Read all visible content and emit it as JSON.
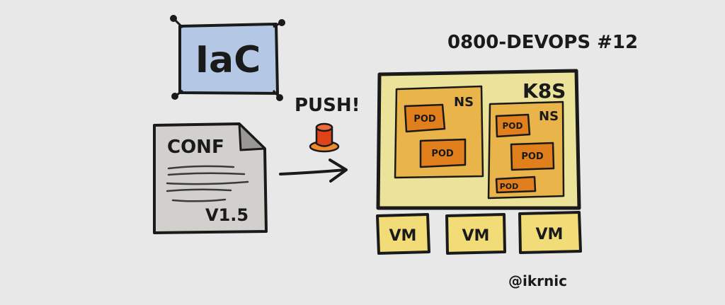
{
  "iac": {
    "label": "IaC"
  },
  "conf_doc": {
    "title": "CONF",
    "version": "V1.5"
  },
  "push": {
    "label": "PUSH!"
  },
  "episode": {
    "label": "0800-DEVOPS #12"
  },
  "cluster": {
    "label": "K8S",
    "namespaces": [
      {
        "label": "NS",
        "pods": [
          "POD",
          "POD"
        ]
      },
      {
        "label": "NS",
        "pods": [
          "POD",
          "POD",
          "POD"
        ]
      }
    ]
  },
  "vms": [
    "VM",
    "VM",
    "VM"
  ],
  "author": {
    "handle": "@ikrnic"
  },
  "colors": {
    "background": "#e8e8e8",
    "iac_fill": "#b4c8e6",
    "document_fill": "#d2d0cc",
    "cluster_fill": "#ece39a",
    "namespace_fill": "#e9b44a",
    "pod_fill": "#e07f1c",
    "vm_fill": "#f1dc78",
    "button_red": "#e0421a",
    "button_base": "#f08a2a",
    "ink": "#1a1a1a"
  },
  "icons": [
    "corner-pin-icon",
    "push-button-icon",
    "arrow-right-icon",
    "folded-corner-icon"
  ]
}
